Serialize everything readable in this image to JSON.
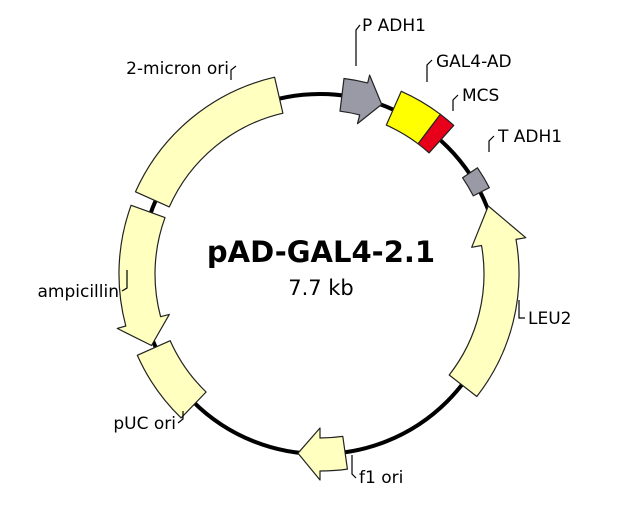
{
  "plasmid": {
    "name": "pAD-GAL4-2.1",
    "size": "7.7 kb"
  },
  "colors": {
    "backbone": "#000000",
    "marker": "#ffffc0",
    "promoter": "#9a9aa6",
    "gal4": "#ffff00",
    "mcs": "#e8001a",
    "terminator": "#9a9aa6"
  },
  "features": [
    {
      "key": "p_adh1",
      "label": "P ADH1",
      "color": "#9a9aa6"
    },
    {
      "key": "gal4_ad",
      "label": "GAL4-AD",
      "color": "#ffff00"
    },
    {
      "key": "mcs",
      "label": "MCS",
      "color": "#e8001a"
    },
    {
      "key": "t_adh1",
      "label": "T ADH1",
      "color": "#9a9aa6"
    },
    {
      "key": "leu2",
      "label": "LEU2",
      "color": "#ffffc0"
    },
    {
      "key": "f1_ori",
      "label": "f1 ori",
      "color": "#ffffc0"
    },
    {
      "key": "puc_ori",
      "label": "pUC ori",
      "color": "#ffffc0"
    },
    {
      "key": "ampicillin",
      "label": "ampicillin",
      "color": "#ffffc0"
    },
    {
      "key": "two_micron_ori",
      "label": "2-micron ori",
      "color": "#ffffc0"
    }
  ]
}
